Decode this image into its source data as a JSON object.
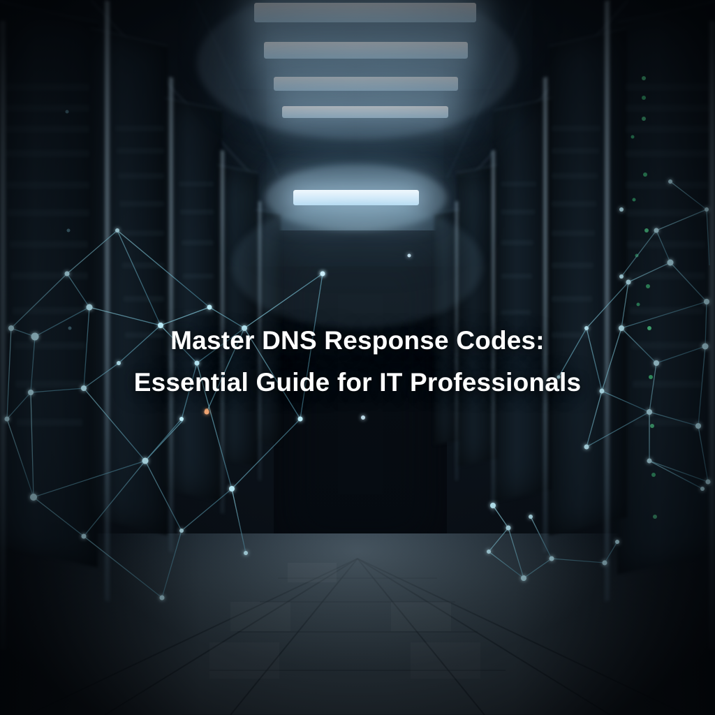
{
  "image": {
    "scene": "data-center-server-room-corridor",
    "overlay": "network-node-graph",
    "accent_colors": {
      "light_blue": "#bcdff3",
      "node_cyan": "#7fd8ea",
      "led_green": "#46e08a",
      "floor_gray": "#46545d",
      "background_dark": "#0a1117"
    }
  },
  "title": {
    "line1": "Master DNS Response Codes:",
    "line2": "Essential Guide for IT Professionals",
    "color": "#ffffff"
  }
}
